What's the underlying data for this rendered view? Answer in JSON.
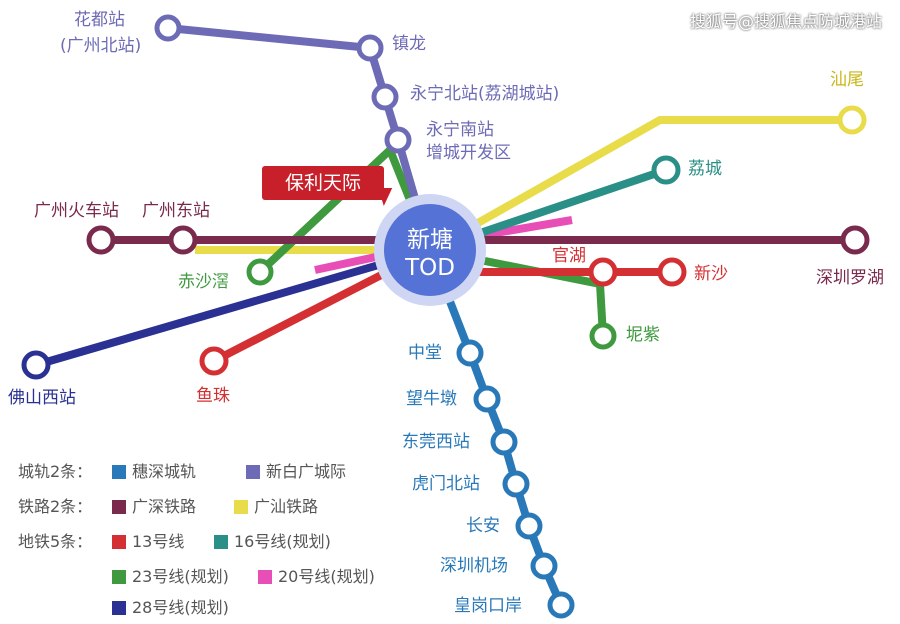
{
  "watermark": "搜狐号@搜狐焦点防城港站",
  "hub": {
    "line1": "新塘",
    "line2": "TOD"
  },
  "poly_tag": "保利天际",
  "colors": {
    "xinbai": "#6d6bb5",
    "suishen": "#2979b9",
    "guangshen": "#7a2a4c",
    "guangshan": "#e8dc4a",
    "line13": "#d42f32",
    "line16": "#2a8f86",
    "line20": "#e74fb7",
    "line23": "#3f9a3f",
    "line28": "#2b3192"
  },
  "stations": {
    "huadu_1": "花都站",
    "huadu_2": "(广州北站)",
    "zhenlong": "镇龙",
    "yongning_n": "永宁北站(荔湖城站)",
    "yongning_s1": "永宁南站",
    "yongning_s2": "增城开发区",
    "gz_train": "广州火车站",
    "gz_east": "广州东站",
    "chishagang": "赤沙滘",
    "shanwei": "汕尾",
    "licheng": "荔城",
    "shenzhen_luohu": "深圳罗湖",
    "guanhu": "官湖",
    "xinsha": "新沙",
    "nizi": "坭紫",
    "foshan_west": "佛山西站",
    "yuzhu": "鱼珠",
    "zhongtang": "中堂",
    "wangniudun": "望牛墩",
    "dongguan_west": "东莞西站",
    "humen_north": "虎门北站",
    "changan": "长安",
    "sz_airport": "深圳机场",
    "huanggang": "皇岗口岸"
  },
  "legend": {
    "intercity_label": "城轨2条：",
    "railway_label": "铁路2条：",
    "metro_label": "地铁5条：",
    "suishen": "穗深城轨",
    "xinbai": "新白广城际",
    "guangshen": "广深铁路",
    "guangshan": "广汕铁路",
    "l13": "13号线",
    "l16": "16号线(规划)",
    "l23": "23号线(规划)",
    "l20": "20号线(规划)",
    "l28": "28号线(规划)"
  }
}
